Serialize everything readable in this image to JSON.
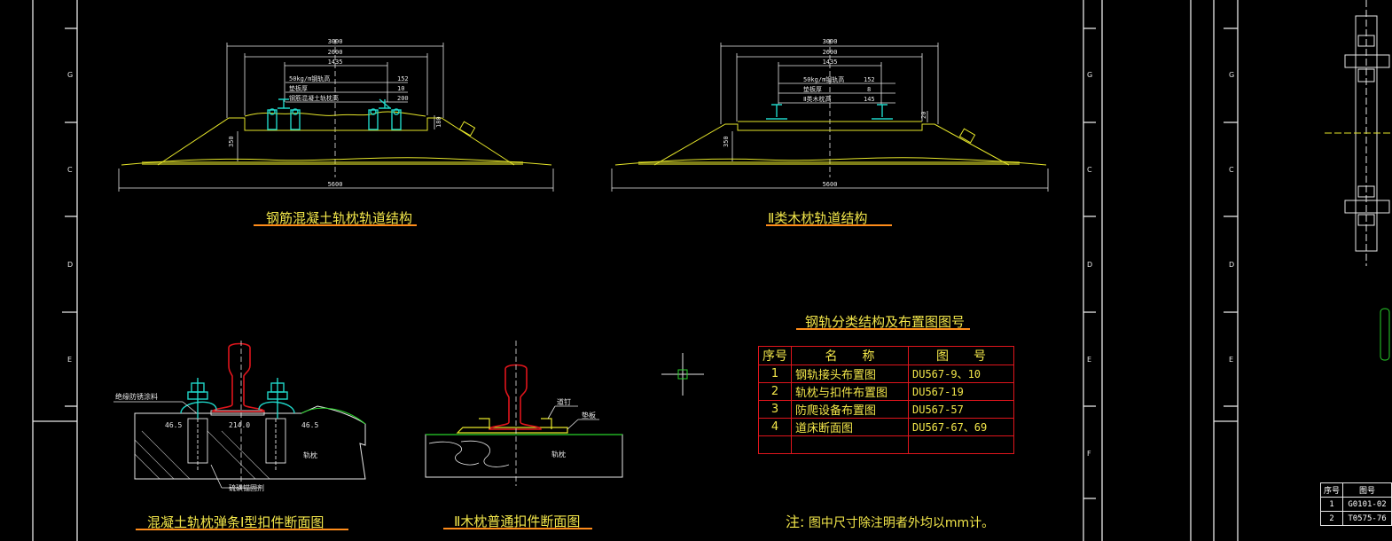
{
  "colors": {
    "background": "#000000",
    "frame": "#e8e8e8",
    "dimension": "#e8e8e8",
    "title_text": "#f2e64a",
    "title_underline": "#ff8c1a",
    "table_border": "#e0151c",
    "rail": "#e0151c",
    "fastener": "#1fd6c8",
    "ballast": "#e6e62a",
    "sleeper_edge": "#28d22a"
  },
  "zone_letters_left": [
    "G",
    "C",
    "D",
    "E"
  ],
  "zone_letters_right": [
    "G",
    "C",
    "D",
    "E",
    "F"
  ],
  "section_a": {
    "title": "钢筋混凝土轨枕轨道结构",
    "dims": {
      "top": "3000",
      "second": "2600",
      "third": "1435",
      "bottom": "5600",
      "height_left": "350",
      "height_right": "180"
    },
    "rows": [
      {
        "label": "50kg/m钢轨高",
        "value": "152"
      },
      {
        "label": "垫板厚",
        "value": "10"
      },
      {
        "label": "钢筋混凝土轨枕高",
        "value": "200"
      }
    ]
  },
  "section_b": {
    "title": "Ⅱ类木枕轨道结构",
    "dims": {
      "top": "3000",
      "second": "2600",
      "third": "1435",
      "bottom": "5600",
      "height_left": "350",
      "height_right": "20"
    },
    "rows": [
      {
        "label": "50kg/m钢轨高",
        "value": "152"
      },
      {
        "label": "垫板厚",
        "value": "8"
      },
      {
        "label": "Ⅱ类木枕高",
        "value": "145"
      }
    ]
  },
  "detail_a": {
    "title": "混凝土轨枕弹条Ⅰ型扣件断面图",
    "labels": {
      "coating": "绝缘防锈涂料",
      "left_dim": "46.5",
      "mid_dim": "214.0",
      "right_dim": "46.5",
      "sleeper": "轨枕",
      "anchor": "硫磺锚固剂"
    }
  },
  "detail_b": {
    "title": "Ⅱ木枕普通扣件断面图",
    "labels": {
      "spike": "道钉",
      "plate": "垫板",
      "sleeper": "轨枕"
    }
  },
  "rail_table": {
    "title": "钢轨分类结构及布置图图号",
    "headers": {
      "no": "序号",
      "name": "名　　称",
      "code": "图　　号"
    },
    "rows": [
      {
        "no": "1",
        "name": "钢轨接头布置图",
        "code": "DU567-9、10"
      },
      {
        "no": "2",
        "name": "轨枕与扣件布置图",
        "code": "DU567-19"
      },
      {
        "no": "3",
        "name": "防爬设备布置图",
        "code": "DU567-57"
      },
      {
        "no": "4",
        "name": "道床断面图",
        "code": "DU567-67、69"
      },
      {
        "no": "",
        "name": "",
        "code": ""
      }
    ]
  },
  "note": {
    "lead": "注:",
    "text": "图中尺寸除注明者外均以mm计。"
  },
  "title_block": {
    "headers": {
      "no": "序号",
      "code": "图号"
    },
    "rows": [
      {
        "no": "1",
        "code": "G0101-02"
      },
      {
        "no": "2",
        "code": "T0575-76"
      }
    ]
  }
}
